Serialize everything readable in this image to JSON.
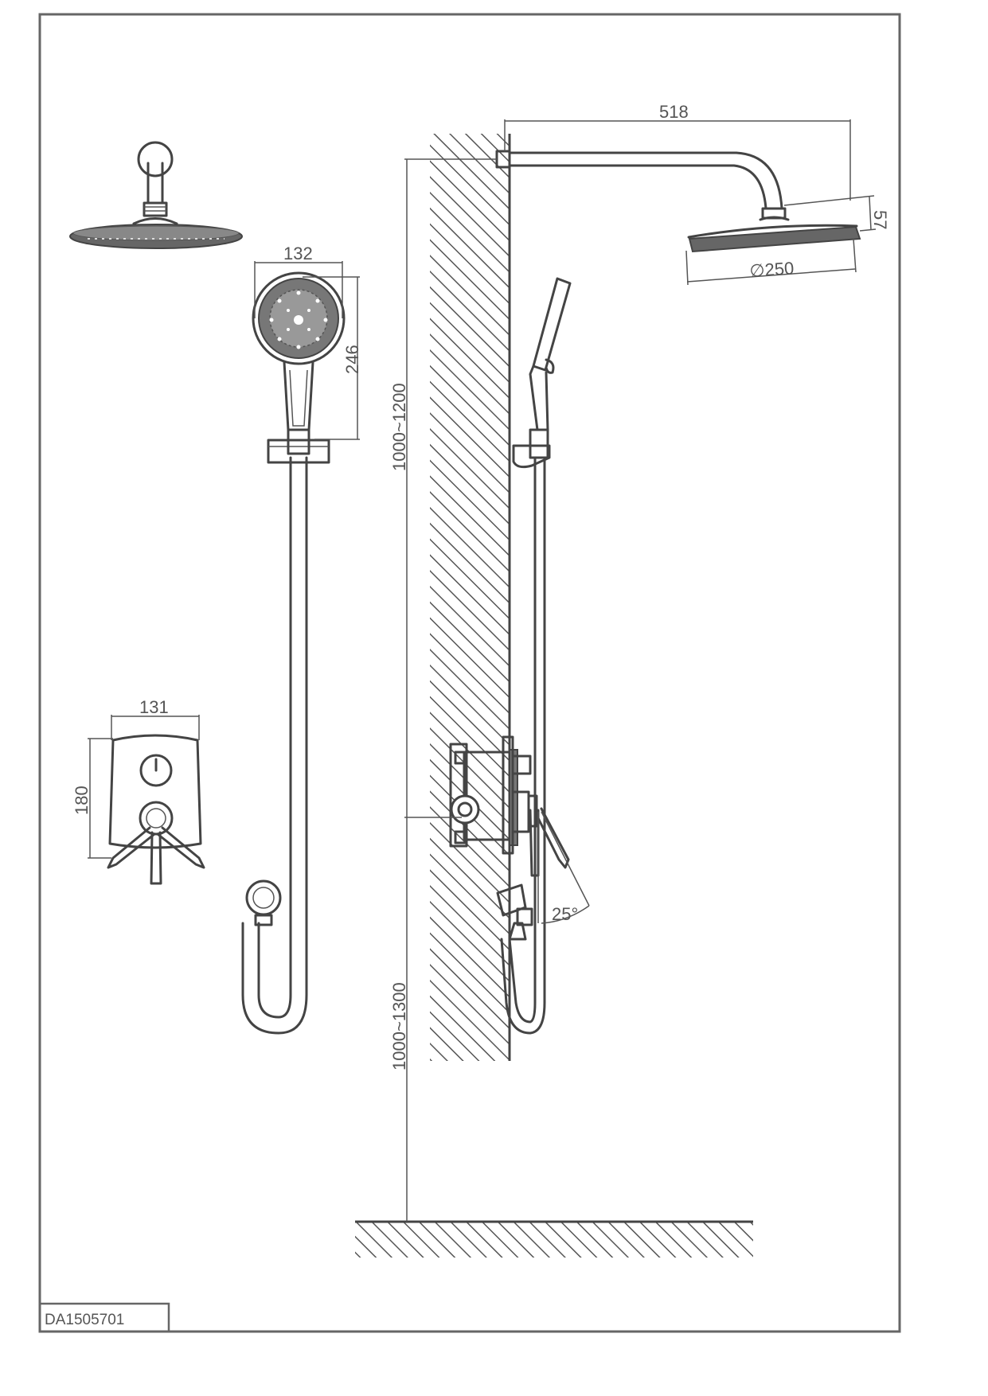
{
  "drawing_code": "DA1505701",
  "dimensions": {
    "arm_length": "518",
    "head_height": "57",
    "head_diameter": "∅250",
    "hand_width": "132",
    "hand_length": "246",
    "plate_width": "131",
    "plate_height": "180",
    "upper_height": "1000~1200",
    "lower_height": "1000~1300",
    "lever_angle": "25°"
  }
}
